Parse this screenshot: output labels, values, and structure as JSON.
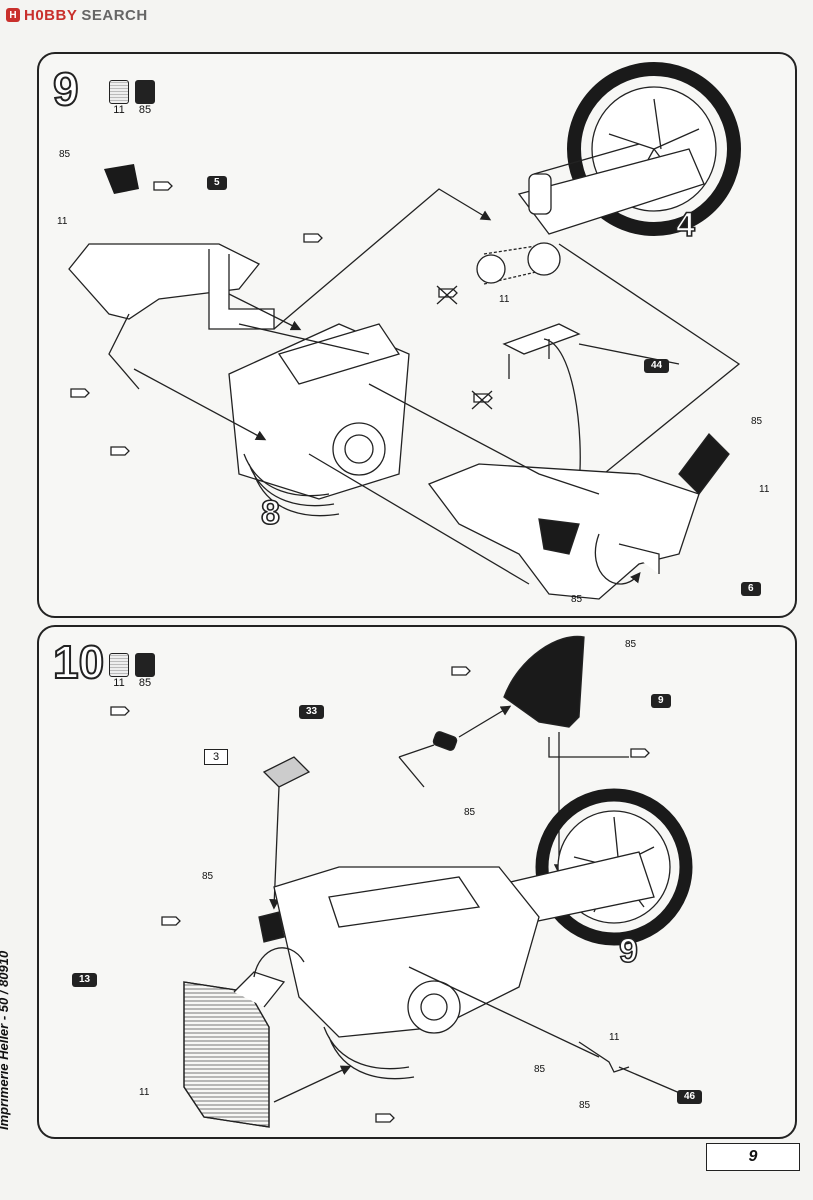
{
  "watermark": {
    "logo": "H",
    "brand": "H0BBY",
    "word": "SEARCH"
  },
  "side_text": "Imprimerie Heller - 50 / 80910",
  "page_number": "9",
  "step9": {
    "number": "9",
    "paints": [
      "11",
      "85"
    ],
    "labels": {
      "l85a": "85",
      "l11a": "11",
      "t5": "5",
      "l11b": "11",
      "t44": "44",
      "l85b": "85",
      "l11c": "11",
      "l85c": "85",
      "t6": "6",
      "ref4": "4",
      "ref8": "8"
    }
  },
  "step10": {
    "number": "10",
    "paints": [
      "11",
      "85"
    ],
    "labels": {
      "l85a": "85",
      "t9": "9",
      "t33": "33",
      "l85b": "85",
      "t3": "3",
      "l85c": "85",
      "t13": "13",
      "l11a": "11",
      "l11b": "11",
      "l85d": "85",
      "l85e": "85",
      "t46": "46",
      "ref9": "9"
    }
  }
}
